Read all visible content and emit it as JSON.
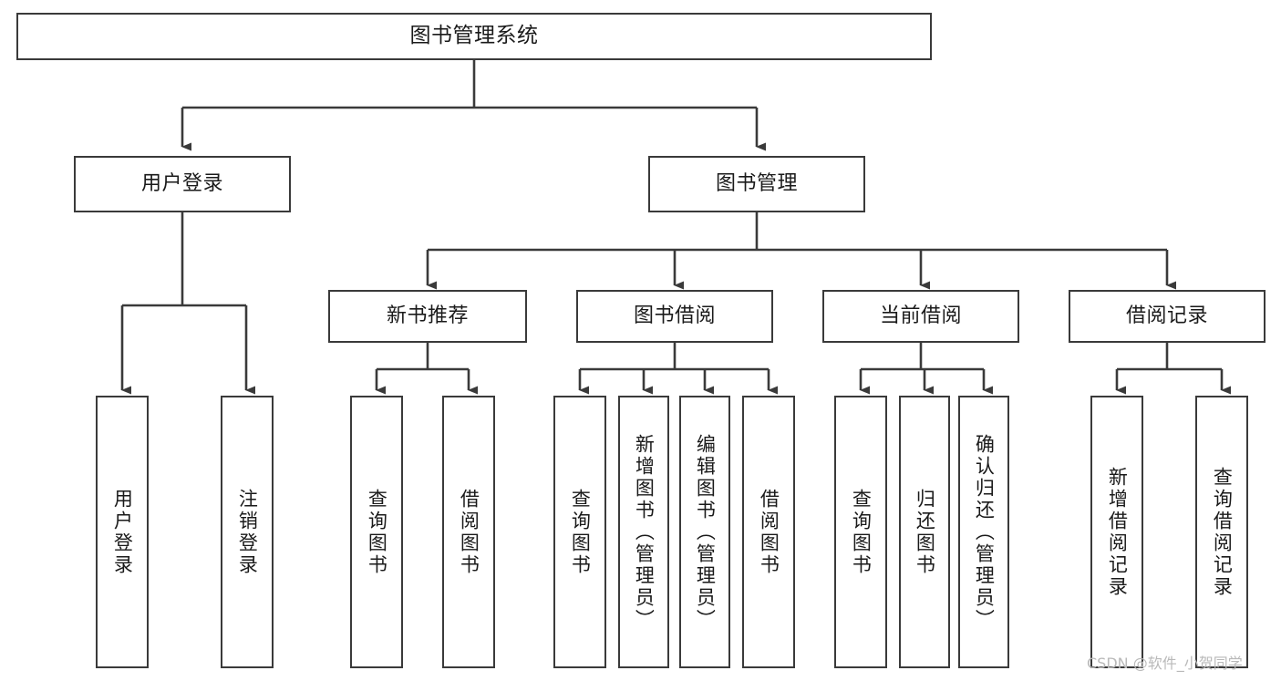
{
  "diagram": {
    "title": "图书管理系统",
    "type": "tree-hierarchy-chart",
    "root": {
      "label": "图书管理系统"
    },
    "level2": [
      {
        "label": "用户登录"
      },
      {
        "label": "图书管理"
      }
    ],
    "level3": [
      {
        "label": "新书推荐"
      },
      {
        "label": "图书借阅"
      },
      {
        "label": "当前借阅"
      },
      {
        "label": "借阅记录"
      }
    ],
    "leaves": {
      "user_login": [
        {
          "label": "用户登录"
        },
        {
          "label": "注销登录"
        }
      ],
      "new_book_recommend": [
        {
          "label": "查询图书"
        },
        {
          "label": "借阅图书"
        }
      ],
      "book_borrow": [
        {
          "label": "查询图书"
        },
        {
          "label": "新增图书（管理员）"
        },
        {
          "label": "编辑图书（管理员）"
        },
        {
          "label": "借阅图书"
        }
      ],
      "current_borrow": [
        {
          "label": "查询图书"
        },
        {
          "label": "归还图书"
        },
        {
          "label": "确认归还（管理员）"
        }
      ],
      "borrow_record": [
        {
          "label": "新增借阅记录"
        },
        {
          "label": "查询借阅记录"
        }
      ]
    },
    "watermark": "CSDN @软件_小贺同学",
    "colors": {
      "stroke": "#3a3a3a",
      "background": "#ffffff",
      "text": "#1a1a1a",
      "watermark": "#b9b9b9"
    }
  }
}
